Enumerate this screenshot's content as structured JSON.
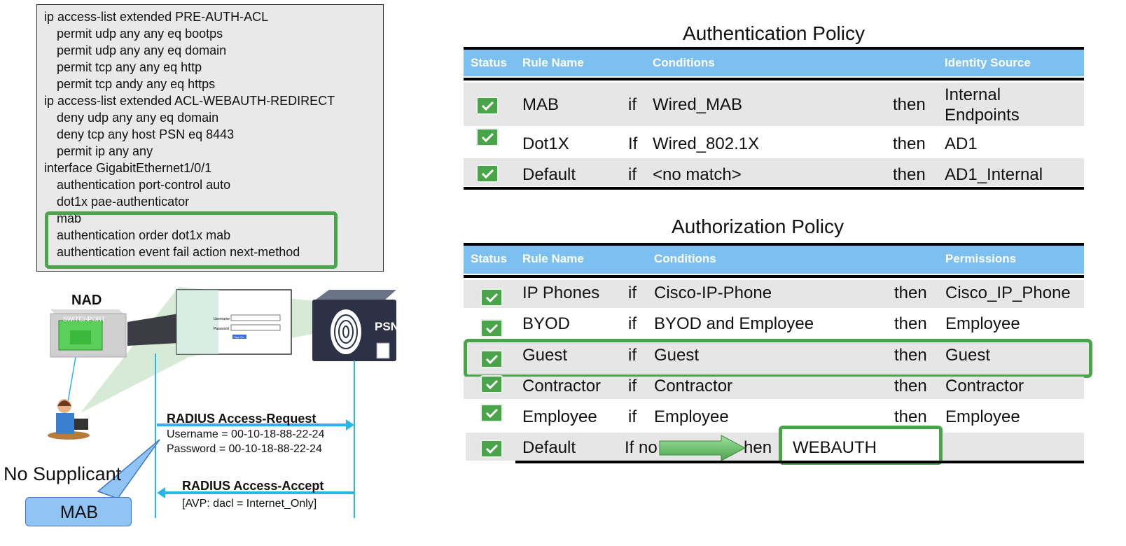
{
  "config": {
    "lines": [
      "ip access-list extended PRE-AUTH-ACL",
      "permit udp any any eq bootps",
      "permit udp any any eq domain",
      "permit tcp any any eq http",
      "permit tcp andy any eq https",
      "ip access-list extended ACL-WEBAUTH-REDIRECT",
      "deny udp any any eq domain",
      "deny tcp any host PSN eq 8443",
      "permit ip any any",
      "interface GigabitEthernet1/0/1",
      "authentication port-control auto",
      "dot1x pae-authenticator",
      "mab",
      "authentication order dot1x mab",
      "authentication event fail action next-method"
    ]
  },
  "diagram": {
    "nad_label": "NAD",
    "switchport_label": "SWITCHPORT",
    "psn_label": "PSN",
    "no_supplicant_label": "No Supplicant",
    "mab_callout": "MAB",
    "login_username_label": "Username",
    "login_password_label": "Password",
    "login_button_label": "Sign On",
    "request": {
      "title": "RADIUS Access-Request",
      "username": "Username = 00-10-18-88-22-24",
      "password": "Password = 00-10-18-88-22-24"
    },
    "accept": {
      "title": "RADIUS Access-Accept",
      "avp": "[AVP: dacl = Internet_Only]"
    }
  },
  "authentication_policy": {
    "title": "Authentication Policy",
    "headers": {
      "status": "Status",
      "rule": "Rule Name",
      "conditions": "Conditions",
      "result": "Identity Source"
    },
    "rows": [
      {
        "rule": "MAB",
        "if": "if",
        "condition": "Wired_MAB",
        "then": "then",
        "result_line1": "Internal",
        "result_line2": "Endpoints"
      },
      {
        "rule": "Dot1X",
        "if": "If",
        "condition": "Wired_802.1X",
        "then": "then",
        "result_line1": "AD1",
        "result_line2": ""
      },
      {
        "rule": "Default",
        "if": "if",
        "condition": "<no match>",
        "then": "then",
        "result_line1": "AD1_Internal",
        "result_line2": ""
      }
    ]
  },
  "authorization_policy": {
    "title": "Authorization Policy",
    "headers": {
      "status": "Status",
      "rule": "Rule Name",
      "conditions": "Conditions",
      "result": "Permissions"
    },
    "rows": [
      {
        "rule": "IP Phones",
        "if": "if",
        "condition": "Cisco-IP-Phone",
        "then": "then",
        "result": "Cisco_IP_Phone"
      },
      {
        "rule": "BYOD",
        "if": "if",
        "condition": "BYOD and Employee",
        "then": "then",
        "result": "Employee"
      },
      {
        "rule": "Guest",
        "if": "if",
        "condition": "Guest",
        "then": "then",
        "result": "Guest"
      },
      {
        "rule": "Contractor",
        "if": "if",
        "condition": "Contractor",
        "then": "then",
        "result": "Contractor"
      },
      {
        "rule": "Employee",
        "if": "if",
        "condition": "Employee",
        "then": "then",
        "result": "Employee"
      }
    ],
    "default_row": {
      "rule": "Default",
      "if_text": "If no",
      "then_text": "hen",
      "result": "WEBAUTH"
    }
  },
  "colors": {
    "highlight_green": "#4aa54a",
    "header_blue": "#7cc0f2",
    "flow_cyan": "#29b6e6",
    "callout_blue": "#8fc4f4"
  }
}
